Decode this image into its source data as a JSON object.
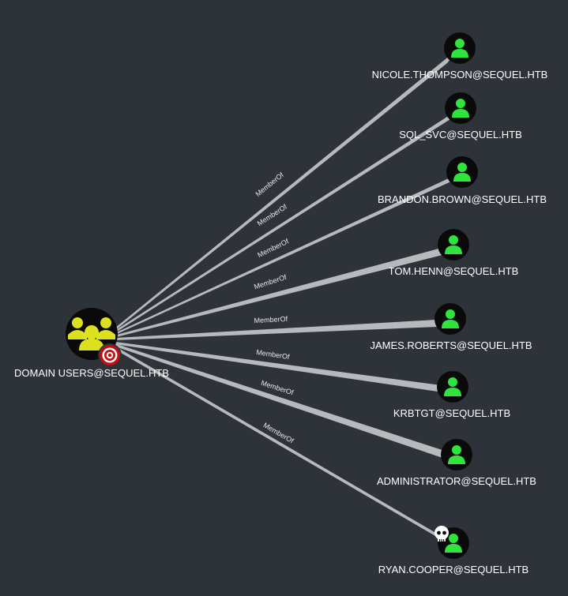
{
  "graph": {
    "background": "#2e333a",
    "edge_color": "#b8b9bd",
    "user_icon_color": "#2fe43c",
    "group_icon_color": "#dde01c",
    "source": {
      "label": "DOMAIN USERS@SEQUEL.HTB",
      "icon": "group-icon",
      "badge": "target-icon"
    },
    "edge_label": "MemberOf",
    "targets": [
      {
        "label": "NICOLE.THOMPSON@SEQUEL.HTB",
        "icon": "user-icon"
      },
      {
        "label": "SQL_SVC@SEQUEL.HTB",
        "icon": "user-icon"
      },
      {
        "label": "BRANDON.BROWN@SEQUEL.HTB",
        "icon": "user-icon"
      },
      {
        "label": "TOM.HENN@SEQUEL.HTB",
        "icon": "user-icon"
      },
      {
        "label": "JAMES.ROBERTS@SEQUEL.HTB",
        "icon": "user-icon"
      },
      {
        "label": "KRBTGT@SEQUEL.HTB",
        "icon": "user-icon"
      },
      {
        "label": "ADMINISTRATOR@SEQUEL.HTB",
        "icon": "user-icon"
      },
      {
        "label": "RYAN.COOPER@SEQUEL.HTB",
        "icon": "user-icon",
        "badge": "skull-icon"
      }
    ]
  }
}
